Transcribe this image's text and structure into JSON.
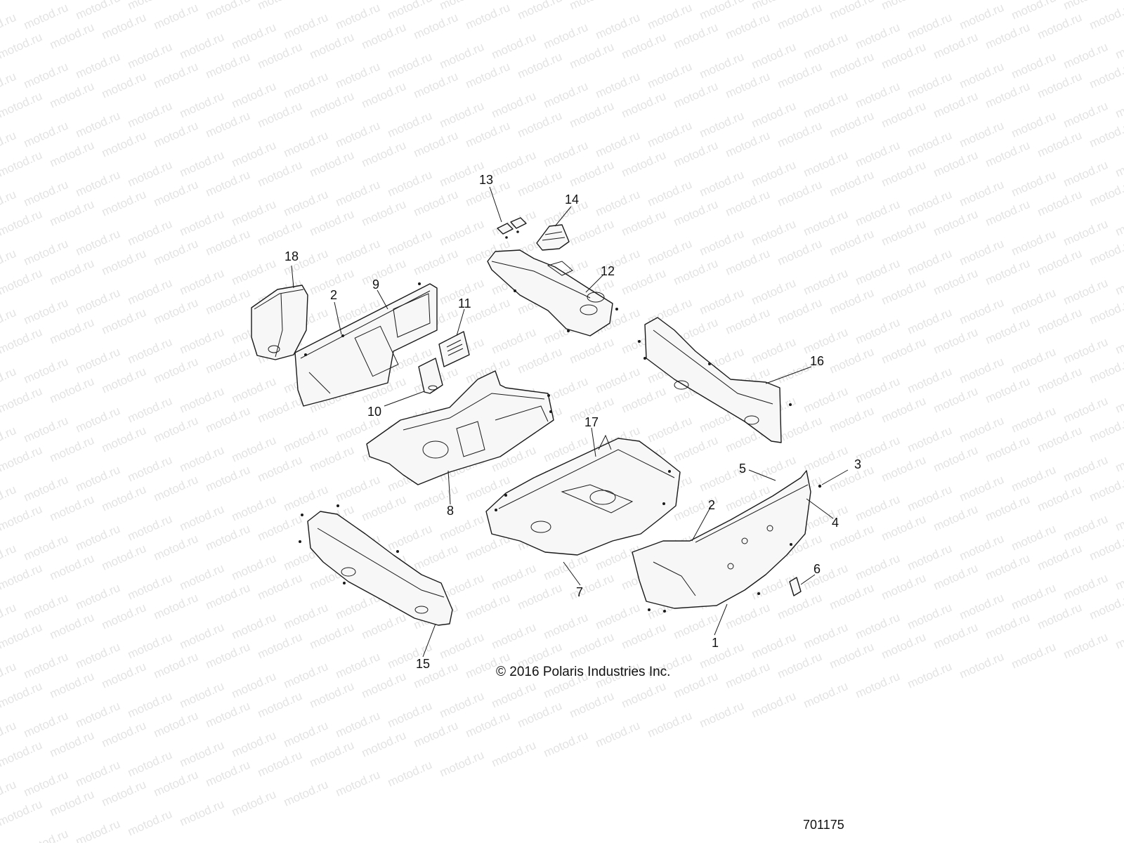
{
  "watermark": "motod.ru",
  "copyright": "© 2016 Polaris Industries Inc.",
  "document_number": "701175",
  "callouts": [
    "1",
    "2",
    "2",
    "3",
    "4",
    "5",
    "6",
    "7",
    "8",
    "9",
    "10",
    "11",
    "12",
    "13",
    "14",
    "15",
    "16",
    "17",
    "18"
  ]
}
